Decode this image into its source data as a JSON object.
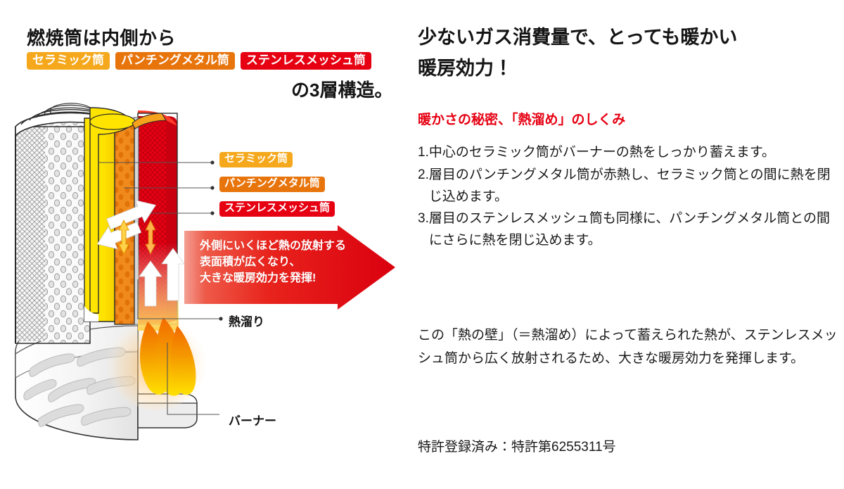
{
  "colors": {
    "ceramic": "#f5a81c",
    "punching": "#e8740c",
    "stainless": "#e60012",
    "accent_red": "#e60012",
    "text": "#141414",
    "flame_yellow": "#ffe000",
    "flame_orange": "#f08200"
  },
  "left": {
    "heading_1": "燃焼筒は内側から",
    "heading_2": "の3層構造。",
    "badges": [
      {
        "label": "セラミック筒",
        "color": "#f5a81c"
      },
      {
        "label": "パンチングメタル筒",
        "color": "#e8740c"
      },
      {
        "label": "ステンレスメッシュ筒",
        "color": "#e60012"
      }
    ],
    "callouts": [
      {
        "label": "セラミック筒",
        "color": "#f5a81c"
      },
      {
        "label": "パンチングメタル筒",
        "color": "#e8740c"
      },
      {
        "label": "ステンレスメッシュ筒",
        "color": "#e60012"
      }
    ],
    "plain_labels": {
      "heat_pool": "熱溜り",
      "burner": "バーナー"
    },
    "arrow_banner": {
      "line1": "外側にいくほど熱の放射する",
      "line2": "表面積が広くなり、",
      "line3": "大きな暖房効力を発揮!"
    }
  },
  "right": {
    "title_line1": "少ないガス消費量で、とっても暖かい",
    "title_line2": "暖房効力！",
    "subtitle": "暖かさの秘密、「熱溜め」のしくみ",
    "steps": [
      {
        "num": "1.",
        "text": "中心のセラミック筒がバーナーの熱をしっかり蓄えます。"
      },
      {
        "num": "2.",
        "text": "層目のパンチングメタル筒が赤熱し、セラミック筒との間に熱を閉じ込めます。"
      },
      {
        "num": "3.",
        "text": "層目のステンレスメッシュ筒も同様に、パンチングメタル筒との間にさらに熱を閉じ込めます。"
      }
    ],
    "paragraph": "この「熱の壁」（＝熱溜め）によって蓄えられた熱が、ステンレスメッシュ筒から広く放射されるため、大きな暖房効力を発揮します。",
    "patent": "特許登録済み：特許第6255311号"
  }
}
